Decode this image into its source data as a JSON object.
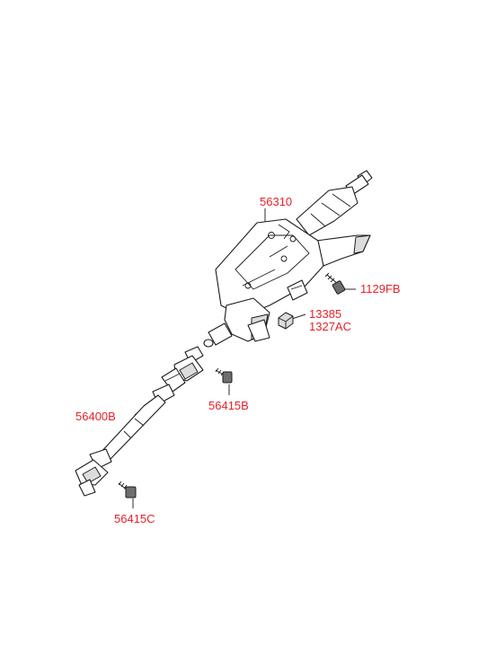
{
  "colors": {
    "callout_text": "#e8212b",
    "drawing_line": "#1c1c1c",
    "background": "#ffffff"
  },
  "labels": {
    "column_assembly": "56310",
    "bolt_1129fb": "1129FB",
    "nut_13385": "13385",
    "nut_1327ac": "1327AC",
    "shaft_assembly": "56400B",
    "bolt_upper_joint": "56415B",
    "bolt_lower_joint": "56415C"
  }
}
